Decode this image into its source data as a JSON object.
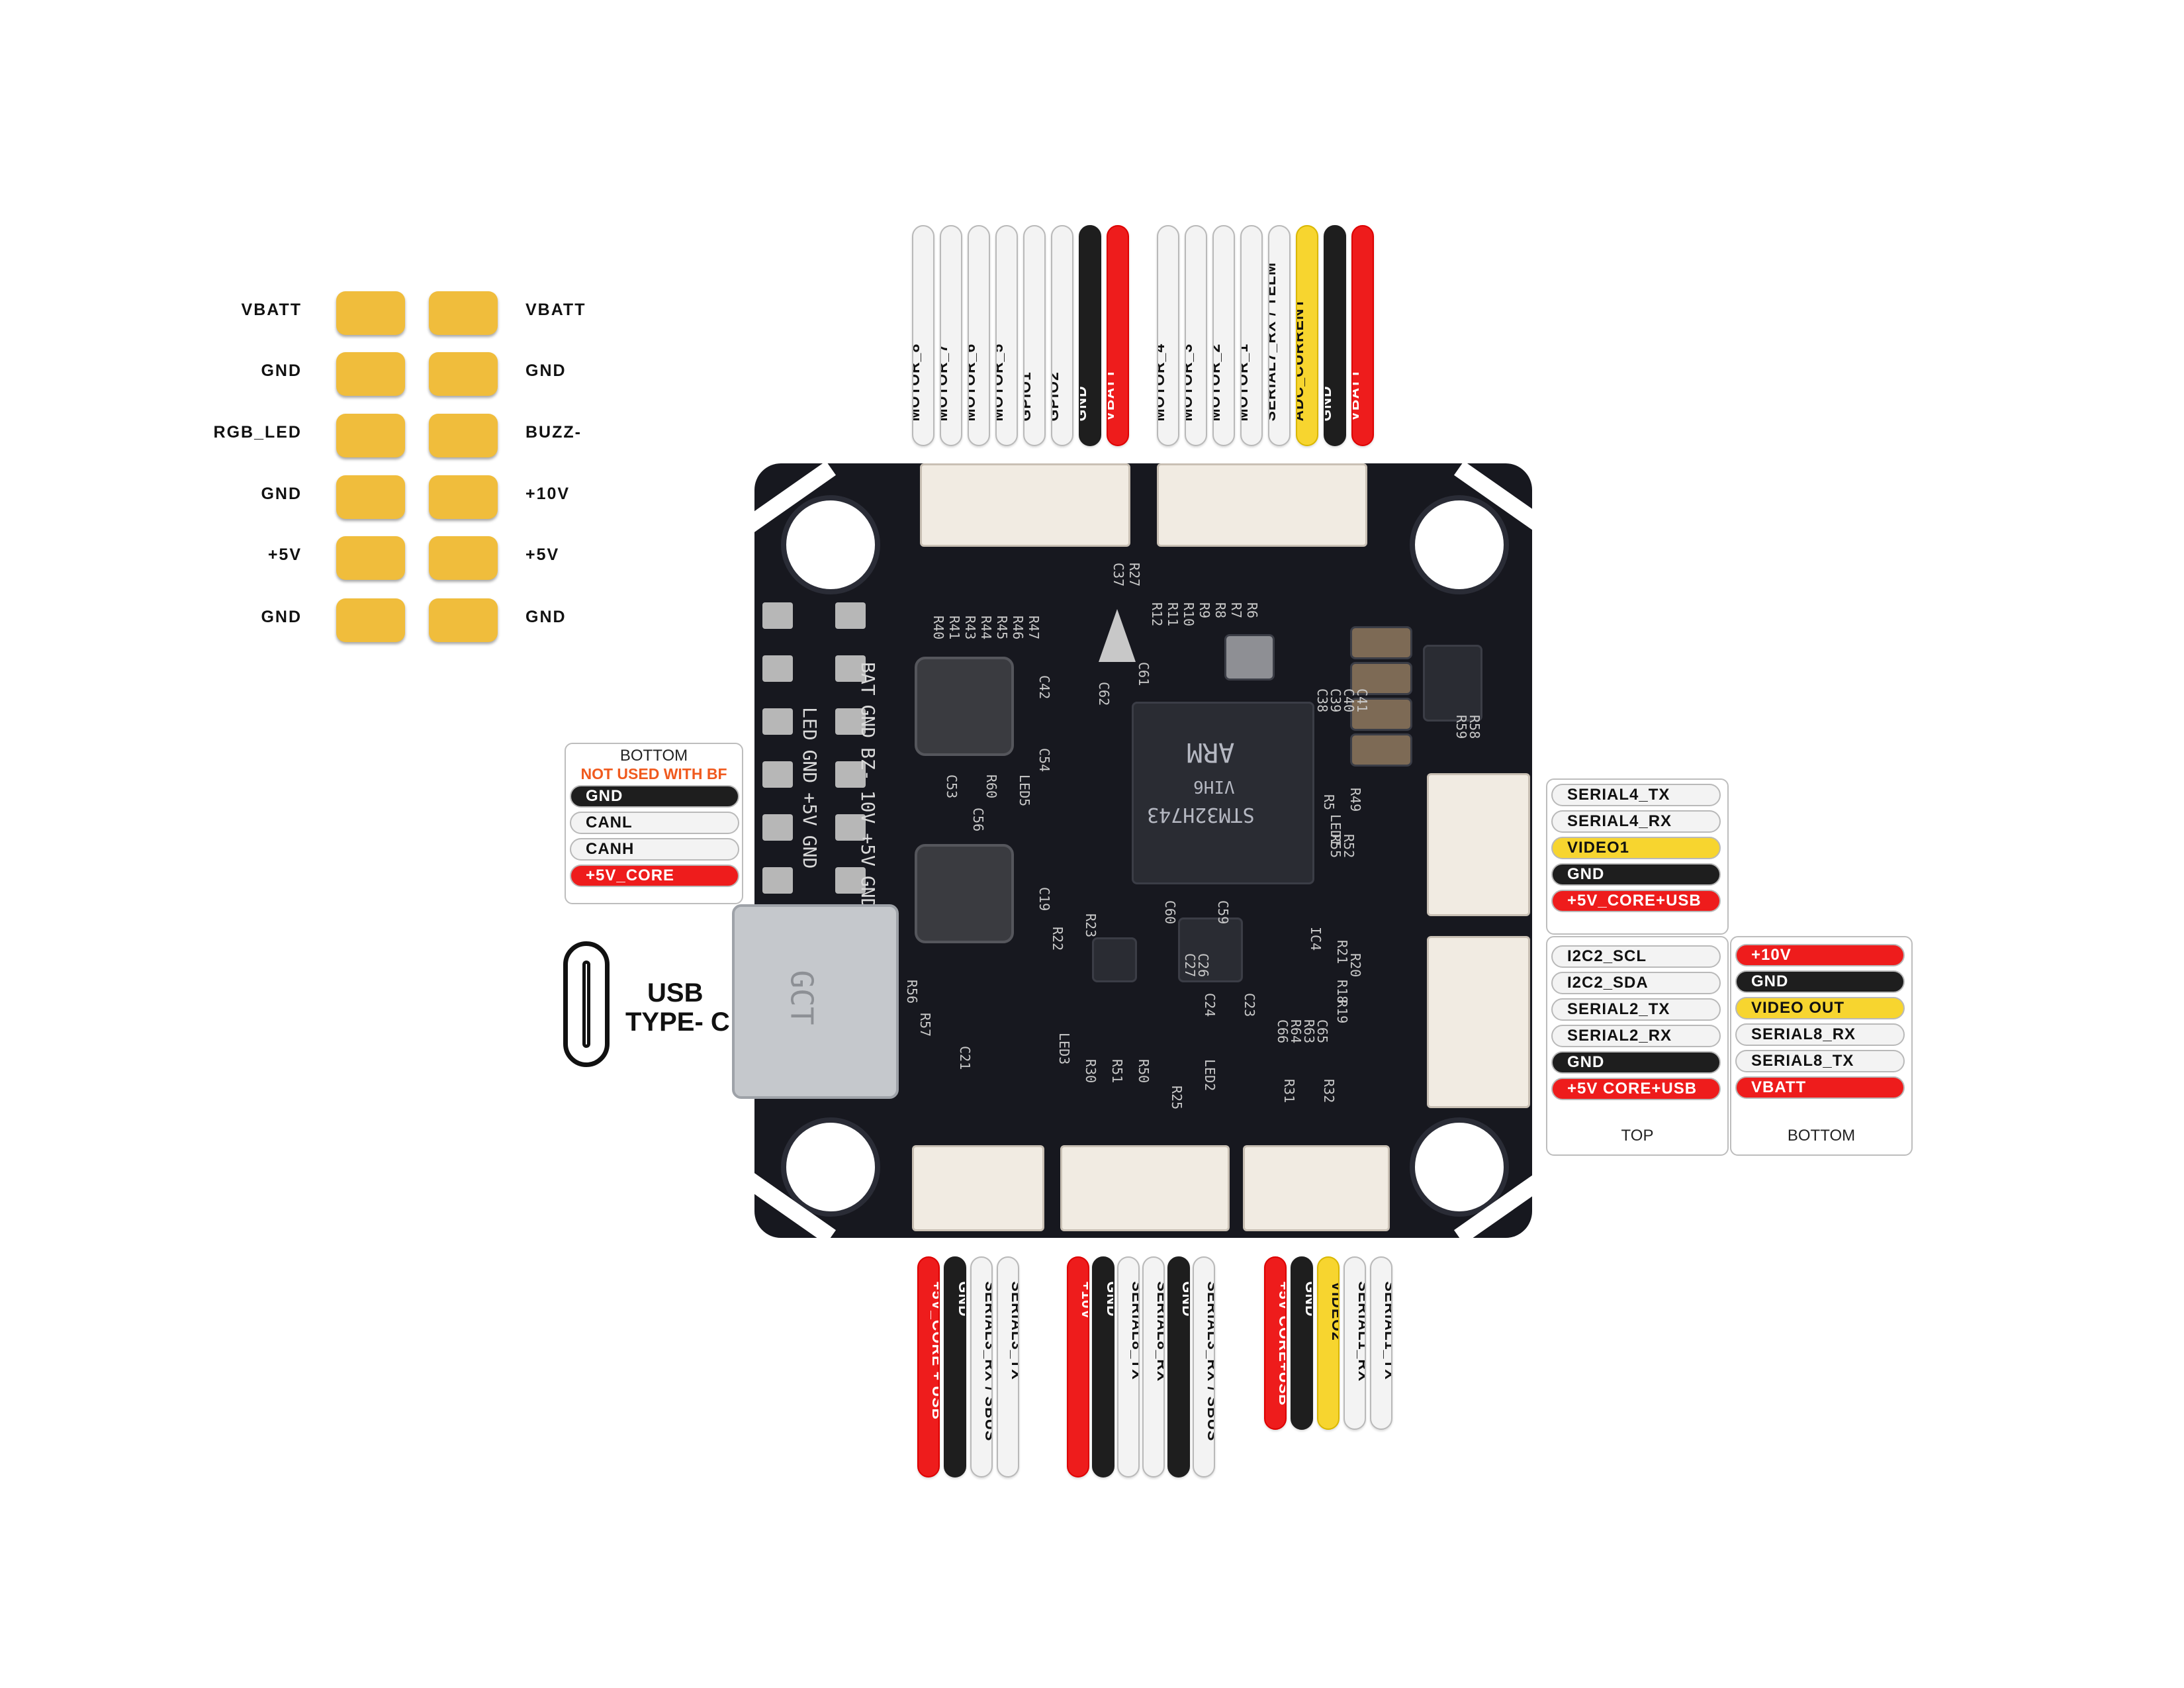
{
  "power_pads": {
    "left_labels": [
      "VBATT",
      "GND",
      "RGB_LED",
      "GND",
      "+5V",
      "GND"
    ],
    "right_labels": [
      "VBATT",
      "GND",
      "BUZZ-",
      "+10V",
      "+5V",
      "GND"
    ],
    "pad_color": "#f0bd3c"
  },
  "top_connector_left": {
    "pins": [
      {
        "label": "MOTOR_8",
        "color": "white"
      },
      {
        "label": "MOTOR_7",
        "color": "white"
      },
      {
        "label": "MOTOR_6",
        "color": "white"
      },
      {
        "label": "MOTOR_5",
        "color": "white"
      },
      {
        "label": "GPIO1",
        "color": "white"
      },
      {
        "label": "GPIO2",
        "color": "white"
      },
      {
        "label": "GND",
        "color": "black"
      },
      {
        "label": "VBATT",
        "color": "red"
      }
    ]
  },
  "top_connector_right": {
    "pins": [
      {
        "label": "MOTOR_4",
        "color": "white"
      },
      {
        "label": "MOTOR_3",
        "color": "white"
      },
      {
        "label": "MOTOR_2",
        "color": "white"
      },
      {
        "label": "MOTOR_1",
        "color": "white"
      },
      {
        "label": "SERIAL7_RX / TELM",
        "color": "white"
      },
      {
        "label": "ADC_CURRENT",
        "color": "yellow"
      },
      {
        "label": "GND",
        "color": "black"
      },
      {
        "label": "VBATT",
        "color": "red"
      }
    ]
  },
  "can_box": {
    "caption": "BOTTOM",
    "note": "NOT USED WITH BF",
    "note_color": "#f05a1e",
    "pins": [
      {
        "label": "GND",
        "color": "black"
      },
      {
        "label": "CANL",
        "color": "white"
      },
      {
        "label": "CANH",
        "color": "white"
      },
      {
        "label": "+5V_CORE",
        "color": "red"
      }
    ]
  },
  "usb": {
    "line1": "USB",
    "line2": "TYPE- C"
  },
  "right_upper_box": {
    "pins": [
      {
        "label": "SERIAL4_TX",
        "color": "white"
      },
      {
        "label": "SERIAL4_RX",
        "color": "white"
      },
      {
        "label": "VIDEO1",
        "color": "yellow"
      },
      {
        "label": "GND",
        "color": "black"
      },
      {
        "label": "+5V_CORE+USB",
        "color": "red"
      }
    ]
  },
  "right_lower_top_box": {
    "caption": "TOP",
    "pins": [
      {
        "label": "I2C2_SCL",
        "color": "white"
      },
      {
        "label": "I2C2_SDA",
        "color": "white"
      },
      {
        "label": "SERIAL2_TX",
        "color": "white"
      },
      {
        "label": "SERIAL2_RX",
        "color": "white"
      },
      {
        "label": "GND",
        "color": "black"
      },
      {
        "label": "+5V CORE+USB",
        "color": "red"
      }
    ]
  },
  "right_lower_bottom_box": {
    "caption": "BOTTOM",
    "pins": [
      {
        "label": "+10V",
        "color": "red"
      },
      {
        "label": "GND",
        "color": "black"
      },
      {
        "label": "VIDEO OUT",
        "color": "yellow"
      },
      {
        "label": "SERIAL8_RX",
        "color": "white"
      },
      {
        "label": "SERIAL8_TX",
        "color": "white"
      },
      {
        "label": "VBATT",
        "color": "red"
      }
    ]
  },
  "bottom_connector_1": {
    "pins": [
      {
        "label": "+5V_CORE + USB",
        "color": "red"
      },
      {
        "label": "GND",
        "color": "black"
      },
      {
        "label": "SERIAL3_RX / SBUS",
        "color": "white"
      },
      {
        "label": "SERIAL3_TX",
        "color": "white"
      }
    ]
  },
  "bottom_connector_2": {
    "pins": [
      {
        "label": "+10V",
        "color": "red"
      },
      {
        "label": "GND",
        "color": "black"
      },
      {
        "label": "SERIAL8_TX",
        "color": "white"
      },
      {
        "label": "SERIAL8_RX",
        "color": "white"
      },
      {
        "label": "GND",
        "color": "black"
      },
      {
        "label": "SERIAL3_RX / SBUS",
        "color": "white"
      }
    ]
  },
  "bottom_connector_3": {
    "pins": [
      {
        "label": "+5V CORE+USB",
        "color": "red"
      },
      {
        "label": "GND",
        "color": "black"
      },
      {
        "label": "VIDEO2",
        "color": "yellow"
      },
      {
        "label": "SERIAL1_RX",
        "color": "white"
      },
      {
        "label": "SERIAL1_TX",
        "color": "white"
      }
    ]
  },
  "board_silk": {
    "pad_labels": [
      "BAT",
      "GND",
      "BZ-",
      "10V",
      "+5V",
      "GND"
    ],
    "pad_labels_left": [
      "LED",
      "GND",
      "+5V",
      "GND"
    ],
    "chip_text": [
      "ARM",
      "STM32H743",
      "VIH6"
    ],
    "usb_text": "GCT",
    "designators": [
      "R40",
      "R41",
      "R43",
      "R44",
      "R45",
      "R46",
      "R47",
      "C37",
      "R27",
      "R12",
      "R11",
      "R10",
      "R9",
      "R8",
      "R7",
      "R6",
      "C61",
      "C62",
      "C42",
      "C54",
      "C53",
      "C56",
      "R60",
      "LED5",
      "C19",
      "R22",
      "R23",
      "C60",
      "C59",
      "R56",
      "R57",
      "C21",
      "LED3",
      "R30",
      "R51",
      "R50",
      "R25",
      "LED2",
      "R31",
      "R32",
      "IC4",
      "R21",
      "R20",
      "R18",
      "R19",
      "C66",
      "R64",
      "R63",
      "C65",
      "R5",
      "R49",
      "R55",
      "R52",
      "LED1",
      "C38",
      "C39",
      "C40",
      "C41",
      "R59",
      "R58",
      "C24",
      "C23",
      "C27",
      "C26"
    ]
  }
}
